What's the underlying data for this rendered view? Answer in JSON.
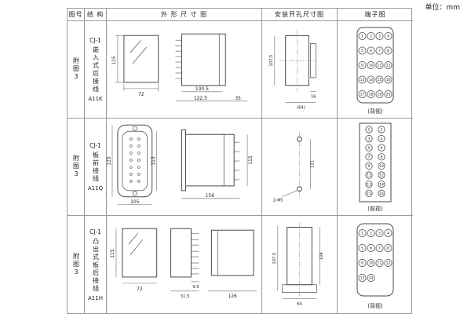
{
  "unit_label": "单位：mm",
  "headers": {
    "fig": "图号",
    "structure": "结 构",
    "outline": "外 形 尺 寸 图",
    "install": "安装开孔尺寸图",
    "terminal": "端子图"
  },
  "rows": [
    {
      "fig_no": "附图3",
      "model": "CJ-1",
      "structure_vertical": "嵌入式后接线",
      "code": "A11K",
      "outline": {
        "front_h": "115",
        "front_w": "72",
        "body_w": "100.5",
        "total_w": "122.5",
        "depth": "35"
      },
      "install": {
        "h": "107.5",
        "pin_w": "16",
        "span": "(64)"
      },
      "terminal": {
        "caption": "(背视)",
        "cols": 4,
        "numbers": [
          "1",
          "2",
          "3",
          "4",
          "5",
          "6",
          "7",
          "8",
          "9",
          "10",
          "11",
          "12",
          "13",
          "14",
          "15",
          "16",
          "17",
          "18",
          "19",
          "20"
        ]
      }
    },
    {
      "fig_no": "附图3",
      "model": "CJ-1",
      "structure_vertical": "板前接线",
      "code": "A11Q",
      "outline": {
        "front_h": "125",
        "inner_h": "115",
        "front_w": "105",
        "body_w": "156",
        "depth": "115"
      },
      "install": {
        "holes": "2-Φ5",
        "h": "131"
      },
      "terminal": {
        "caption": "(前视)",
        "cols": 2,
        "numbers": [
          "1",
          "2",
          "3",
          "4",
          "5",
          "6",
          "7",
          "8",
          "9",
          "10",
          "11",
          "12",
          "13",
          "14",
          "15",
          "16"
        ]
      }
    },
    {
      "fig_no": "附图3",
      "model": "CJ-1",
      "structure_vertical": "凸出式板后接线",
      "code": "A11H",
      "outline": {
        "front_h": "115",
        "front_w": "72",
        "pin_l": "9.5",
        "gap": "31.5",
        "body_w": "126"
      },
      "install": {
        "h": "107.5",
        "inner_h": "104",
        "w": "64"
      },
      "terminal": {
        "caption": "(背视)",
        "cols": 4,
        "numbers": [
          "1",
          "2",
          "3",
          "4",
          "5",
          "6",
          "7",
          "8",
          "9",
          "10",
          "11",
          "12",
          "13",
          "14"
        ]
      }
    }
  ]
}
